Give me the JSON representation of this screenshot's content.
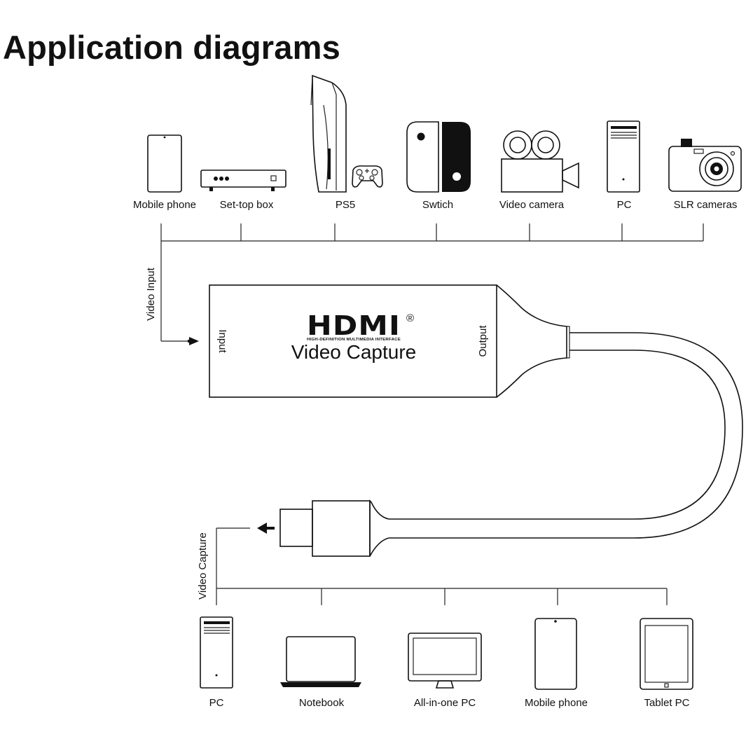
{
  "title": "Application diagrams",
  "input_devices": [
    "Mobile phone",
    "Set-top box",
    "PS5",
    "Swtich",
    "Video camera",
    "PC",
    "SLR cameras"
  ],
  "output_devices": [
    "PC",
    "Notebook",
    "All-in-one PC",
    "Mobile phone",
    "Tablet PC"
  ],
  "capture_box": {
    "logo": "HDMI",
    "registered": "®",
    "logo_tagline": "HIGH-DEFINITION MULTIMEDIA INTERFACE",
    "name": "Video Capture",
    "input_label": "Input",
    "output_label": "Output"
  },
  "flow_labels": {
    "video_input": "Video Input",
    "video_capture": "Video Capture"
  }
}
